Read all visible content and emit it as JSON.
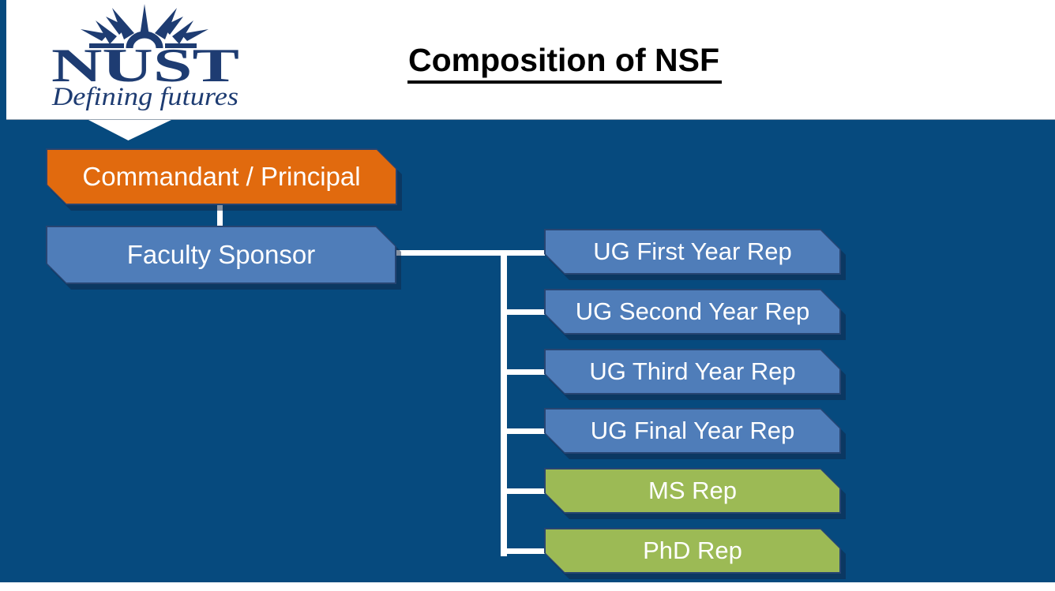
{
  "header": {
    "title": "Composition of NSF"
  },
  "logo": {
    "name": "NUST",
    "tagline": "Defining futures",
    "color": "#1E3C72"
  },
  "colors": {
    "background": "#064A7E",
    "header_bg": "#FFFFFF",
    "connector": "#FFFFFF",
    "chevron": "#FFFFFF",
    "node_border": "#274572",
    "node_text": "#FFFFFF",
    "shadow": "rgba(16,38,70,0.5)",
    "orange": "#E16A0E",
    "blue": "#4F7DB9",
    "green": "#9CBA55"
  },
  "org_chart": {
    "root": {
      "label": "Commandant / Principal",
      "fill": "#E16A0E"
    },
    "sponsor": {
      "label": "Faculty Sponsor",
      "fill": "#4F7DB9"
    },
    "members": [
      {
        "label": "UG First Year Rep",
        "fill": "#4F7DB9"
      },
      {
        "label": "UG Second Year Rep",
        "fill": "#4F7DB9"
      },
      {
        "label": "UG Third Year Rep",
        "fill": "#4F7DB9"
      },
      {
        "label": "UG Final Year Rep",
        "fill": "#4F7DB9"
      },
      {
        "label": "MS Rep",
        "fill": "#9CBA55"
      },
      {
        "label": "PhD Rep",
        "fill": "#9CBA55"
      }
    ]
  }
}
